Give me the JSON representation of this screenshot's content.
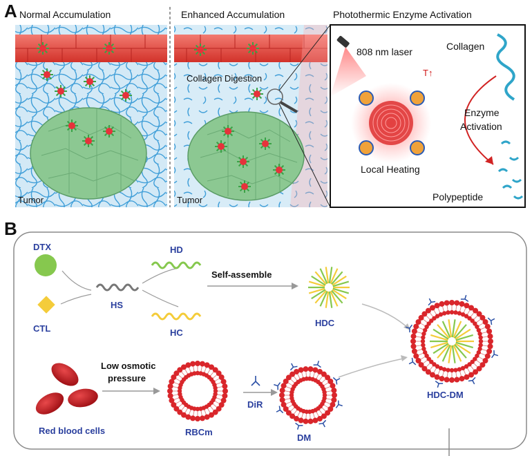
{
  "panel_a": {
    "letter": "A",
    "normal_title": "Normal Accumulation",
    "enhanced_title": "Enhanced Accumulation",
    "photo_title": "Photothermic Enzyme Activation",
    "tumor_label_1": "Tumor",
    "tumor_label_2": "Tumor",
    "collagen_digestion": "Collagen Digestion",
    "laser": "808 nm laser",
    "collagen": "Collagen",
    "temp": "T↑",
    "enzyme": "Enzyme",
    "activation": "Activation",
    "local_heating": "Local Heating",
    "polypeptide": "Polypeptide"
  },
  "panel_b": {
    "letter": "B",
    "dtx": "DTX",
    "ctl": "CTL",
    "hs": "HS",
    "hd": "HD",
    "hc": "HC",
    "self_assemble": "Self-assemble",
    "hdc": "HDC",
    "low_osmotic_1": "Low osmotic",
    "low_osmotic_2": "pressure",
    "rbcm": "RBCm",
    "dir": "DiR",
    "dm": "DM",
    "hdc_dm": "HDC-DM",
    "red_blood_cells": "Red blood cells"
  },
  "colors": {
    "blue_label": "#2a3f9e",
    "tissue_bg": "#cfe6f5",
    "fiber": "#4aa3d6",
    "vessel": "#e0342e",
    "tumor": "#7fc08a",
    "membrane": "#d9262b",
    "dtx": "#86c84e",
    "ctl": "#f4cc3a"
  }
}
